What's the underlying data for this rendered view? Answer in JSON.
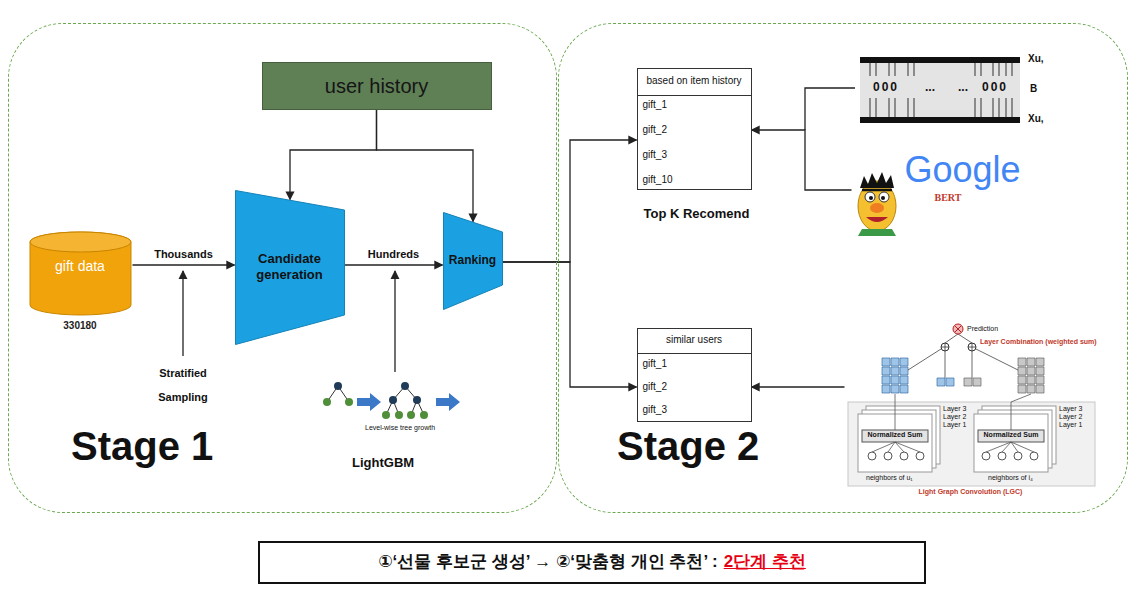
{
  "diagram": {
    "nodes": [
      {
        "text": [
          "Stage 1"
        ]
      },
      {
        "text": [
          "user history"
        ],
        "in": 0
      },
      {
        "text": [
          "gift data",
          "330180"
        ],
        "in": 0
      },
      {
        "text": [
          "Candidate generation"
        ],
        "in": 0
      },
      {
        "text": [
          "Ranking"
        ],
        "in": 0
      },
      {
        "text": [
          "Stage 2"
        ]
      },
      {
        "text": [
          "based on item history",
          "gift_1",
          "gift_2",
          "gift_3",
          "gift_10",
          "Top K Recomend"
        ],
        "in": 5
      },
      {
        "text": [
          "Google",
          "BERT"
        ],
        "in": 5
      },
      {
        "text": [
          "similar users",
          "gift_1",
          "gift_2",
          "gift_3"
        ],
        "in": 5
      },
      {
        "text": [
          "Light Graph Convolution (LGC)"
        ],
        "in": 5
      },
      {
        "text": [
          "①‘선물 후보군 생성’ → ②‘맞춤형 개인 추천’ :",
          "2단계 추천"
        ]
      }
    ],
    "edges": [
      {
        "from": 1,
        "to": 3,
        "arrow": "to"
      },
      {
        "from": 1,
        "to": 4,
        "arrow": "to"
      },
      {
        "from": 2,
        "to": 3,
        "label": "Thousands",
        "arrow": "to"
      },
      {
        "from": 3,
        "to": 4,
        "label": "Hundreds",
        "arrow": "to"
      },
      {
        "from": 4,
        "to": 6,
        "arrow": "to"
      },
      {
        "from": 4,
        "to": 8,
        "arrow": "to"
      },
      {
        "from": 7,
        "to": 6,
        "arrow": "to"
      },
      {
        "from": 9,
        "to": 8,
        "arrow": "to"
      }
    ],
    "labels": [
      "Stratified Sampling",
      "LightGBM",
      "Level-wise tree growth",
      "Xu,",
      "B",
      "Xu,",
      "000",
      "...",
      "...",
      "000",
      "Prediction",
      "Layer Combination (weighted sum)",
      "Layer 3",
      "Layer 2",
      "Layer 1",
      "Normalized Sum",
      "neighbors of u₁",
      "Layer 3",
      "Layer 2",
      "Layer 1",
      "Normalized Sum",
      "neighbors of i₄"
    ]
  }
}
